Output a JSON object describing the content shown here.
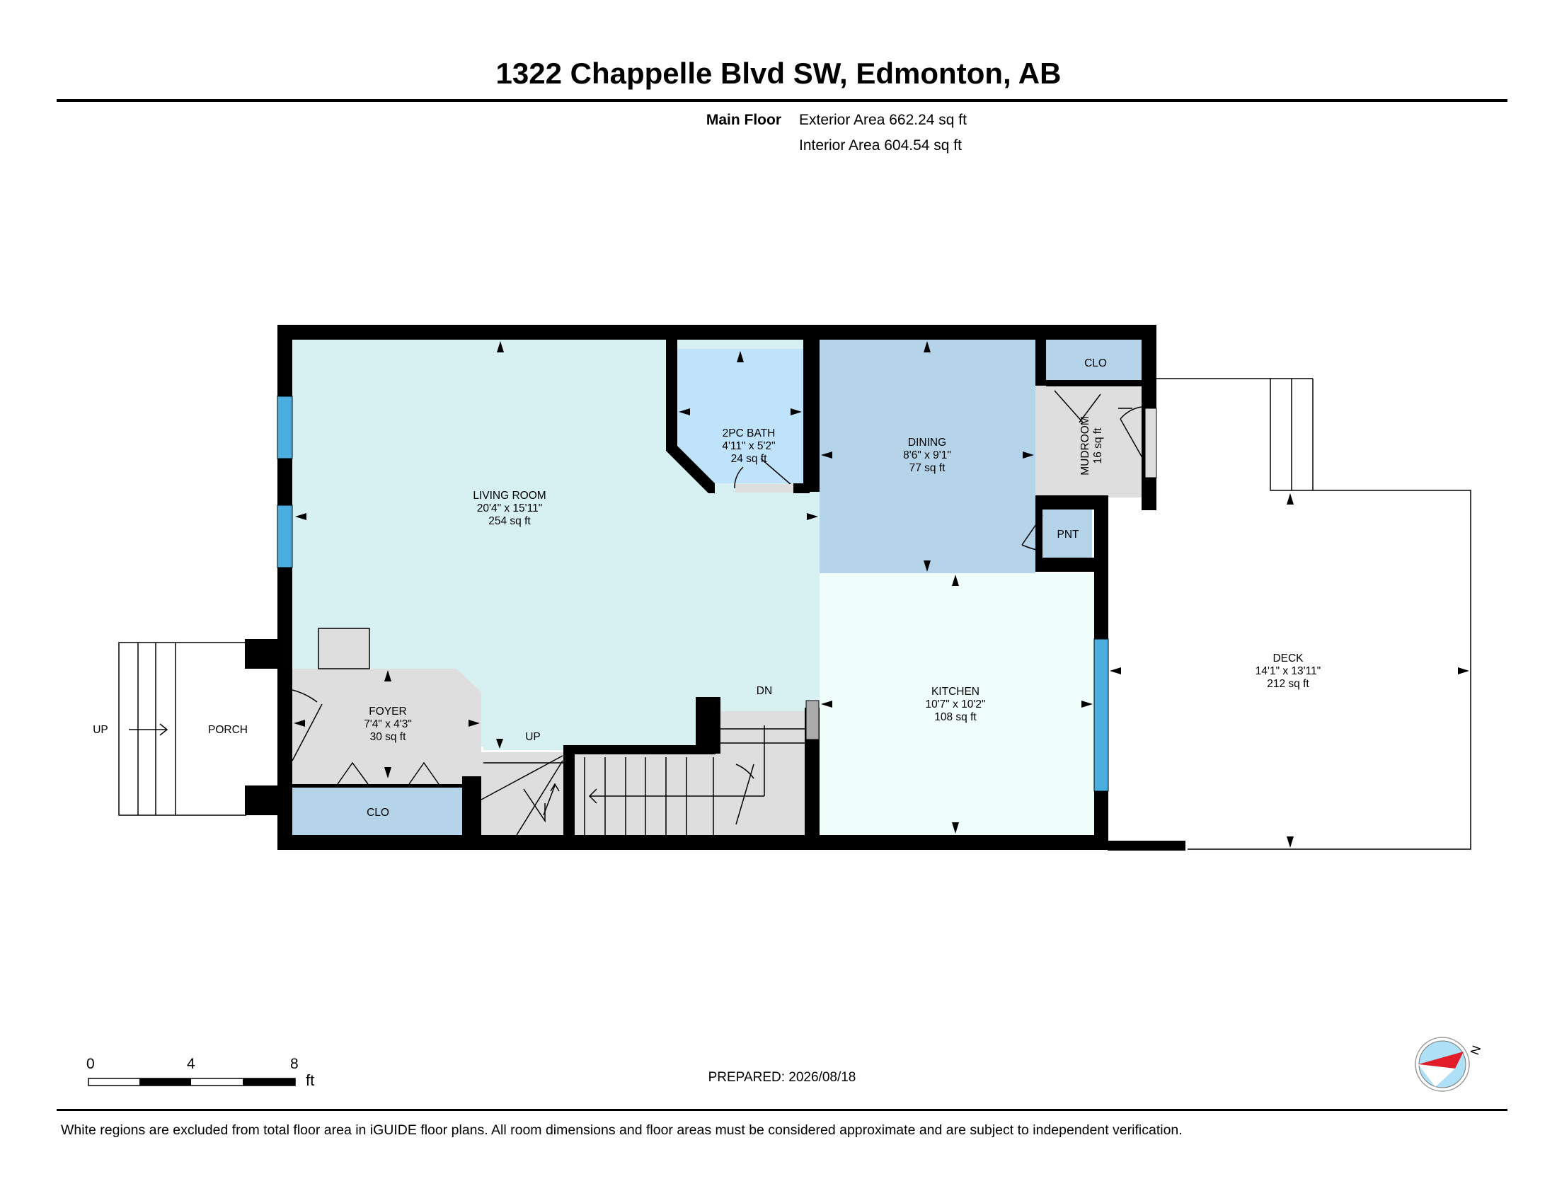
{
  "header": {
    "address": "1322 Chappelle Blvd SW, Edmonton, AB",
    "floor_name": "Main Floor",
    "exterior_area": "Exterior Area 662.24 sq ft",
    "interior_area": "Interior Area 604.54 sq ft"
  },
  "rooms": {
    "living": {
      "name": "LIVING ROOM",
      "dims": "20'4\" x 15'11\"",
      "area": "254 sq ft"
    },
    "bath": {
      "name": "2PC BATH",
      "dims": "4'11\" x 5'2\"",
      "area": "24 sq ft"
    },
    "dining": {
      "name": "DINING",
      "dims": "8'6\" x 9'1\"",
      "area": "77 sq ft"
    },
    "mudroom": {
      "name": "MUDROOM",
      "area": "16 sq ft"
    },
    "clo_top": {
      "name": "CLO"
    },
    "pantry": {
      "name": "PNT"
    },
    "kitchen": {
      "name": "KITCHEN",
      "dims": "10'7\" x 10'2\"",
      "area": "108 sq ft"
    },
    "foyer": {
      "name": "FOYER",
      "dims": "7'4\" x 4'3\"",
      "area": "30 sq ft"
    },
    "clo_foyer": {
      "name": "CLO"
    },
    "deck": {
      "name": "DECK",
      "dims": "14'1\" x 13'11\"",
      "area": "212 sq ft"
    },
    "porch": {
      "name": "PORCH"
    }
  },
  "stairs": {
    "porch_up": "UP",
    "interior_up": "UP",
    "interior_dn": "DN"
  },
  "colors": {
    "living": "#d7f1f3",
    "bath": "#bfe3fb",
    "dining": "#b5d4e9",
    "kitchen": "#effdfb",
    "utility": "#dedede",
    "closet": "#b5d4e9",
    "window": "#4aaee0",
    "wall": "#000000",
    "compass_needle": "#e11d2a",
    "compass_disc": "#aee1f7"
  },
  "scale": {
    "labels": [
      "0",
      "4",
      "8"
    ],
    "unit": "ft"
  },
  "footer": {
    "prepared": "PREPARED: 2026/08/18",
    "disclaimer": "White regions are excluded from total floor area in iGUIDE floor plans. All room dimensions and floor areas must be considered approximate and are subject to independent verification."
  },
  "compass": {
    "label": "N",
    "icon": "north-arrow-icon"
  }
}
